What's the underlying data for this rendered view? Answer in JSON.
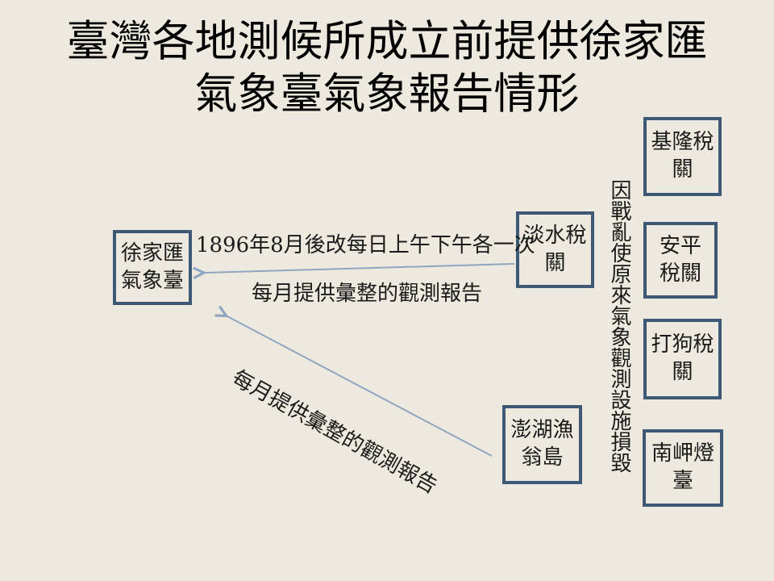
{
  "slide": {
    "title_line1": "臺灣各地測候所成立前提供徐家匯",
    "title_line2": "氣象臺氣象報告情形"
  },
  "boxes": {
    "shanghai": {
      "line1": "徐家匯",
      "line2": "氣象臺"
    },
    "tamsui": {
      "line1": "淡水稅",
      "line2": "關"
    },
    "penghu": {
      "line1": "澎湖漁",
      "line2": "翁島"
    },
    "keelung": {
      "line1": "基隆稅",
      "line2": "關"
    },
    "anping": {
      "line1": "安平",
      "line2": "稅關"
    },
    "takow": {
      "line1": "打狗稅",
      "line2": "關"
    },
    "nanjia": {
      "line1": "南岬燈",
      "line2": "臺"
    }
  },
  "labels": {
    "schedule": "1896年8月後改每日上午下午各一次",
    "monthly_report_tamsui": "每月提供彙整的觀測報告",
    "monthly_report_penghu": "每月提供彙整的觀測報告",
    "war_damage_vertical": "因戰亂使原來氣象觀測設施損毀"
  },
  "colors": {
    "background": "#EDE9DE",
    "box_border": "#3E5976",
    "arrow": "#8FA5C1",
    "text": "#1A1A1A"
  }
}
